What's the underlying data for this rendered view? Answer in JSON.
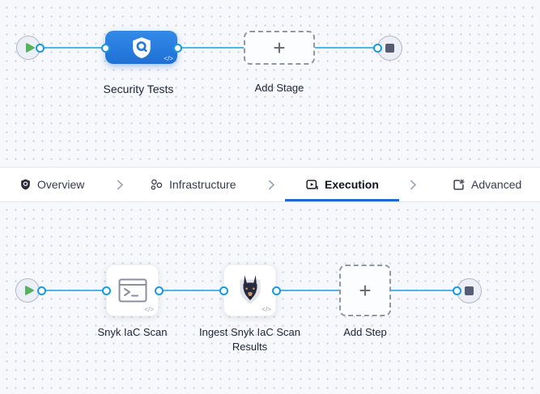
{
  "stage_pipeline": {
    "start_icon": "play-icon",
    "end_icon": "stop-icon",
    "stage": {
      "label": "Security Tests",
      "icon": "security-scan-shield-icon",
      "code_badge": "</>"
    },
    "add_stage": {
      "label": "Add Stage",
      "plus_symbol": "+"
    }
  },
  "tab_bar": {
    "tabs": [
      {
        "label": "Overview",
        "icon": "shield-icon",
        "active": false
      },
      {
        "label": "Infrastructure",
        "icon": "infrastructure-cluster-icon",
        "active": false
      },
      {
        "label": "Execution",
        "icon": "play-box-icon",
        "active": true
      },
      {
        "label": "Advanced",
        "icon": "advanced-settings-icon",
        "active": false
      }
    ]
  },
  "step_pipeline": {
    "start_icon": "play-icon",
    "end_icon": "stop-icon",
    "steps": [
      {
        "label": "Snyk IaC Scan",
        "icon": "terminal-icon",
        "code_badge": "</>"
      },
      {
        "label": "Ingest Snyk IaC Scan Results",
        "icon": "snyk-dog-icon",
        "code_badge": "</>"
      }
    ],
    "add_step": {
      "label": "Add Step",
      "plus_symbol": "+"
    }
  },
  "colors": {
    "canvas_bg": "#f6f8fb",
    "grid_dot": "#c9cfda",
    "connector_line": "#4cb7ea",
    "connector_dot_border": "#169be0",
    "stage_blue_top": "#338ae8",
    "stage_blue_bottom": "#1f70d5",
    "active_tab_underline": "#2069cf",
    "play_green": "#55b25e",
    "stop_square": "#575c75"
  }
}
